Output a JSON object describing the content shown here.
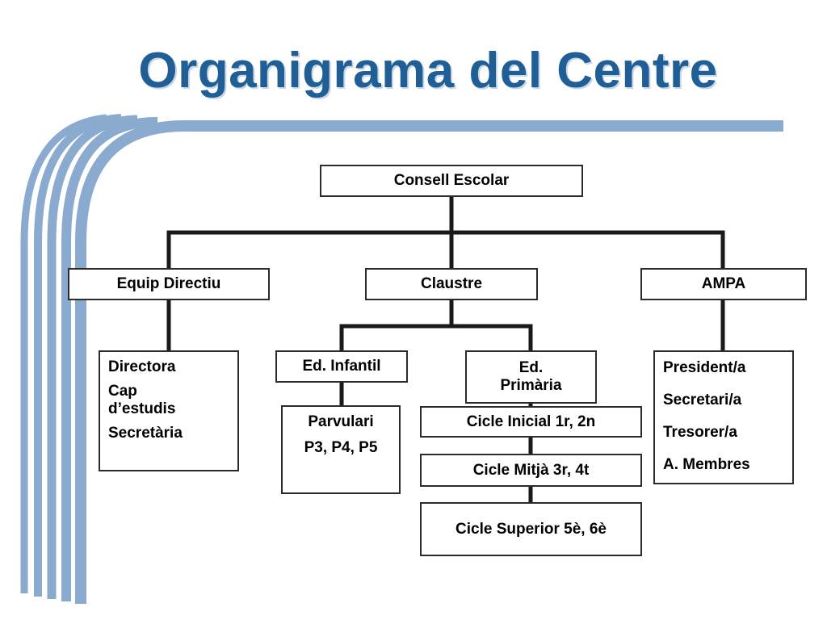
{
  "title": "Organigrama del Centre",
  "colors": {
    "title": "#1f5f96",
    "decoration": "#8aaad0",
    "connector": "#1a1a1a"
  },
  "nodes": {
    "consell": "Consell Escolar",
    "equip": "Equip Directiu",
    "claustre": "Claustre",
    "ampa": "AMPA",
    "equip_members": [
      "Directora",
      "Cap d’estudis",
      "Secretària"
    ],
    "infantil": "Ed. Infantil",
    "primaria_line1": "Ed.",
    "primaria_line2": "Primària",
    "parvulari_title": "Parvulari",
    "parvulari_levels": "P3, P4, P5",
    "cicle_inicial": "Cicle Inicial 1r, 2n",
    "cicle_mitja": "Cicle Mitjà 3r, 4t",
    "cicle_superior": "Cicle Superior 5è, 6è",
    "ampa_members": [
      "President/a",
      "Secretari/a",
      "Tresorer/a",
      "A. Membres"
    ]
  }
}
